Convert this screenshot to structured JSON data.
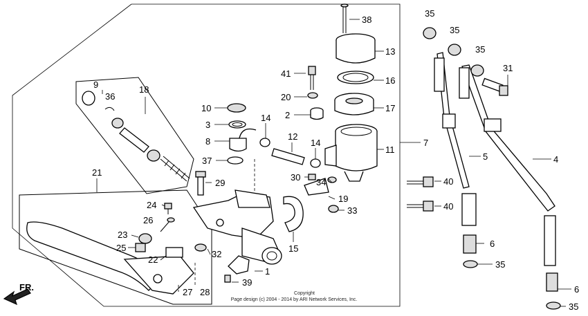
{
  "callouts": {
    "c1": "1",
    "c2": "2",
    "c3": "3",
    "c4": "4",
    "c5": "5",
    "c6a": "6",
    "c6b": "6",
    "c7": "7",
    "c8": "8",
    "c9": "9",
    "c10": "10",
    "c11": "11",
    "c12": "12",
    "c13": "13",
    "c14a": "14",
    "c14b": "14",
    "c15": "15",
    "c16": "16",
    "c17": "17",
    "c18": "18",
    "c19": "19",
    "c20": "20",
    "c21": "21",
    "c22": "22",
    "c23": "23",
    "c24": "24",
    "c25": "25",
    "c26": "26",
    "c27": "27",
    "c28": "28",
    "c29": "29",
    "c30": "30",
    "c31": "31",
    "c32": "32",
    "c33": "33",
    "c34": "34",
    "c35a": "35",
    "c35b": "35",
    "c35c": "35",
    "c35d": "35",
    "c35e": "35",
    "c36": "36",
    "c37": "37",
    "c38": "38",
    "c39": "39",
    "c40a": "40",
    "c40b": "40",
    "c41": "41"
  },
  "front_arrow": {
    "label": "FR."
  },
  "copyright": {
    "line1": "Copyright",
    "line2": "Page design (c) 2004 - 2014 by ARI Network Services, Inc."
  }
}
